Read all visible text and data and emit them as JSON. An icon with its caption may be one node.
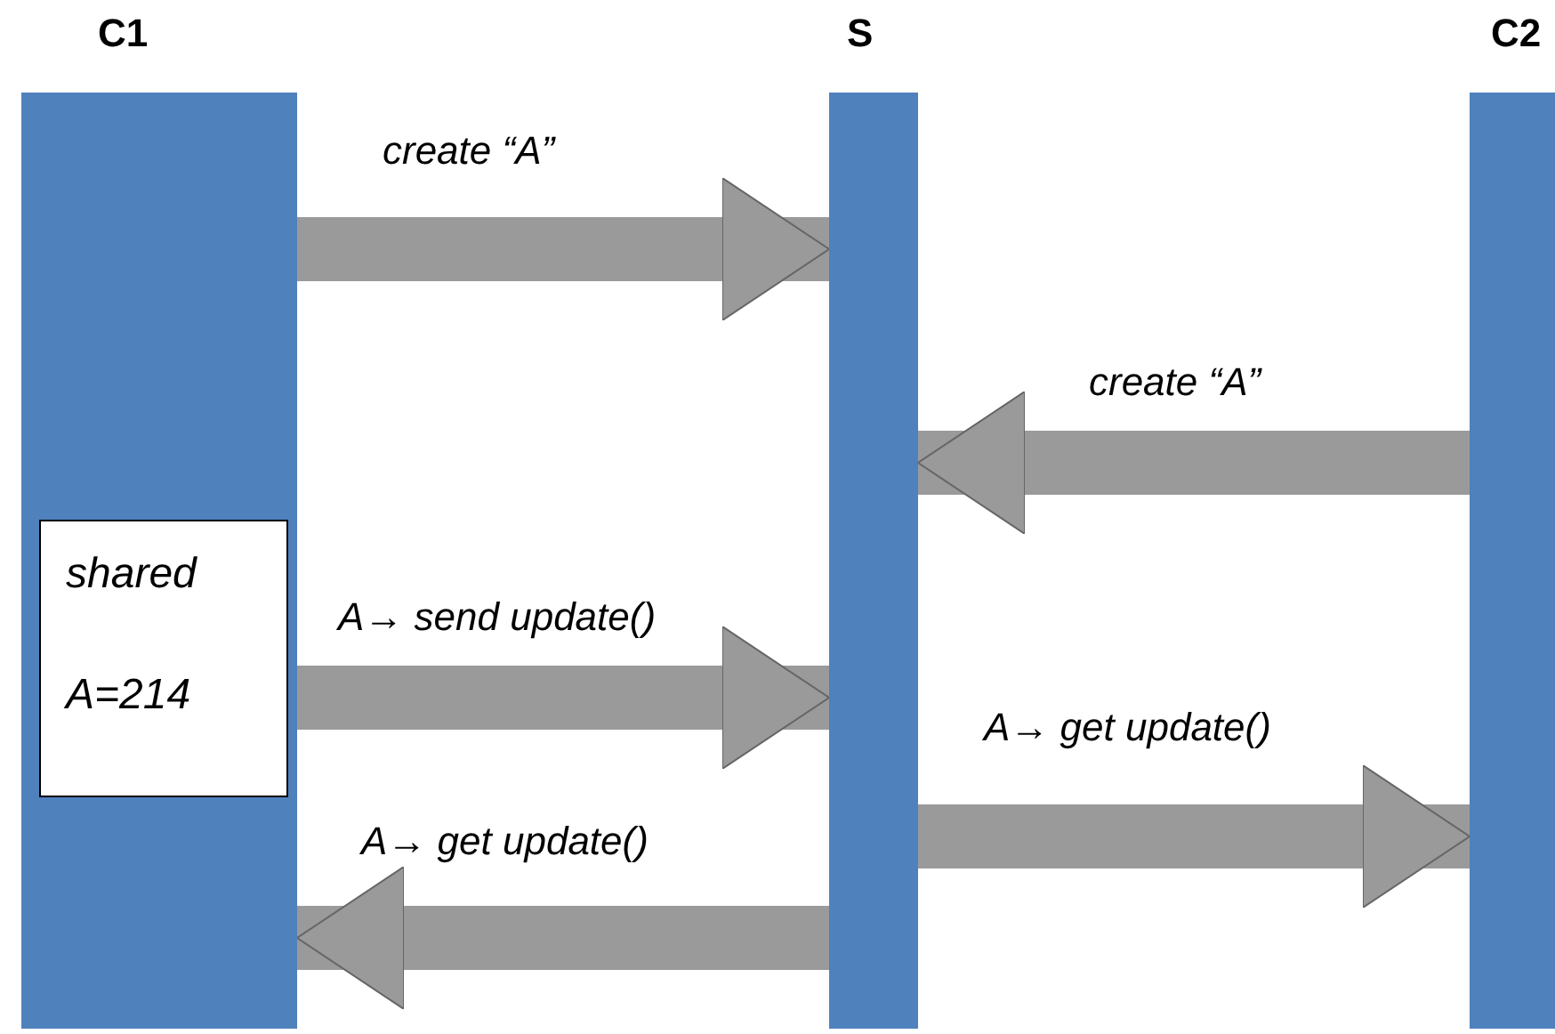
{
  "diagram": {
    "nodes": [
      {
        "text": [
          "C1"
        ]
      },
      {
        "text": [
          "S"
        ]
      },
      {
        "text": [
          "C2"
        ]
      },
      {
        "text": [
          "shared",
          "A=214"
        ],
        "in": 0
      }
    ],
    "edges": [
      {
        "from": 0,
        "to": 1,
        "arrow": "to",
        "label": "create “A”"
      },
      {
        "from": 2,
        "to": 1,
        "arrow": "to",
        "label": "create “A”"
      },
      {
        "from": 0,
        "to": 1,
        "arrow": "to",
        "label": "A→ send update()"
      },
      {
        "from": 1,
        "to": 0,
        "arrow": "to",
        "label": "A→ get update()"
      },
      {
        "from": 1,
        "to": 2,
        "arrow": "to",
        "label": "A→ get update()"
      }
    ]
  }
}
